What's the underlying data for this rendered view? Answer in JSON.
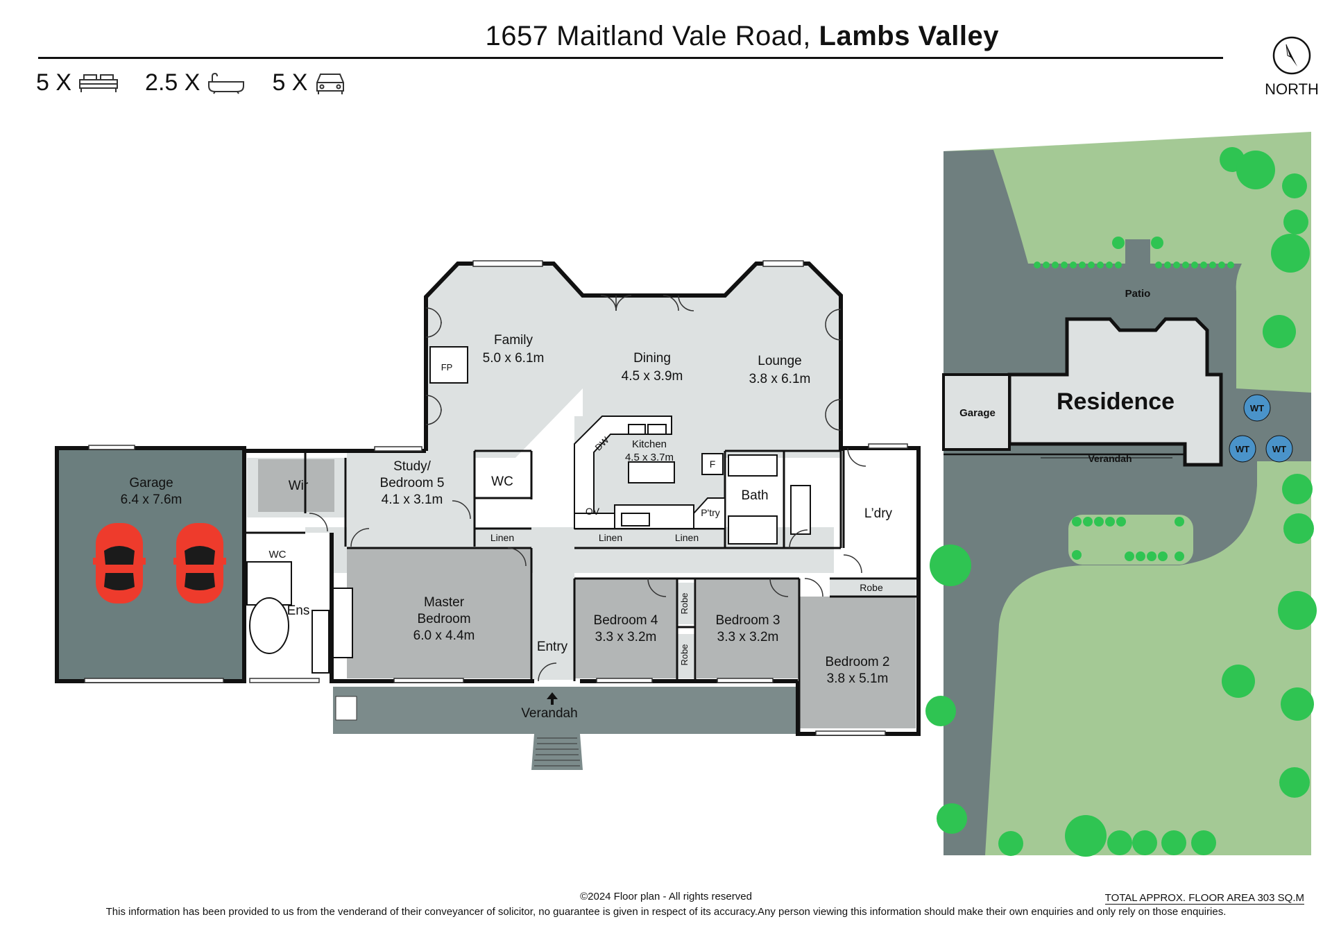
{
  "header": {
    "address_street": "1657 Maitland Vale Road,",
    "address_suburb": "Lambs Valley",
    "north_label": "NORTH"
  },
  "counts": [
    {
      "number": "5 X",
      "icon": "bed-icon"
    },
    {
      "number": "2.5 X",
      "icon": "bathtub-icon"
    },
    {
      "number": "5 X",
      "icon": "car-icon"
    }
  ],
  "rooms": {
    "family": {
      "name": "Family",
      "size": "5.0 x 6.1m"
    },
    "dining": {
      "name": "Dining",
      "size": "4.5 x 3.9m"
    },
    "lounge": {
      "name": "Lounge",
      "size": "3.8 x 6.1m"
    },
    "kitchen": {
      "name": "Kitchen",
      "size": "4.5 x 3.7m"
    },
    "study": {
      "name1": "Study/",
      "name2": "Bedroom 5",
      "size": "4.1 x 3.1m"
    },
    "garage": {
      "name": "Garage",
      "size": "6.4 x 7.6m"
    },
    "master": {
      "name1": "Master",
      "name2": "Bedroom",
      "size": "6.0 x 4.4m"
    },
    "bed4": {
      "name": "Bedroom 4",
      "size": "3.3 x 3.2m"
    },
    "bed3": {
      "name": "Bedroom 3",
      "size": "3.3 x 3.2m"
    },
    "bed2": {
      "name": "Bedroom 2",
      "size": "3.8 x 5.1m"
    }
  },
  "labels": {
    "fp": "FP",
    "dw": "DW",
    "ov": "OV",
    "pantry": "P'try",
    "fridge": "F",
    "wir": "Wir",
    "wc": "WC",
    "wc2": "WC",
    "ens": "Ens",
    "bath": "Bath",
    "laundry": "L’dry",
    "linen": "Linen",
    "robe": "Robe",
    "entry": "Entry",
    "verandah": "Verandah"
  },
  "site": {
    "patio": "Patio",
    "residence": "Residence",
    "garage": "Garage",
    "verandah": "Verandah",
    "water_tank": "WT"
  },
  "footer": {
    "copyright": "©2024 Floor plan  - All rights reserved",
    "disclaimer": "This information has been provided to us from the venderand of their conveyancer of solicitor, no guarantee is given in respect of its accuracy.Any person viewing this information should make their own enquiries and only rely on those enquiries.",
    "total_area": "TOTAL APPROX. FLOOR AREA 303 SQ.M"
  },
  "colors": {
    "room_light": "#dde1e1",
    "room_mid": "#b3b6b6",
    "garage_dark": "#6b7e7e",
    "verandah": "#7c8b8b",
    "lawn": "#a4c995",
    "driveway": "#6f7f7f",
    "tree": "#2fc452",
    "tank": "#4a93c9",
    "car": "#ee3b2c"
  }
}
